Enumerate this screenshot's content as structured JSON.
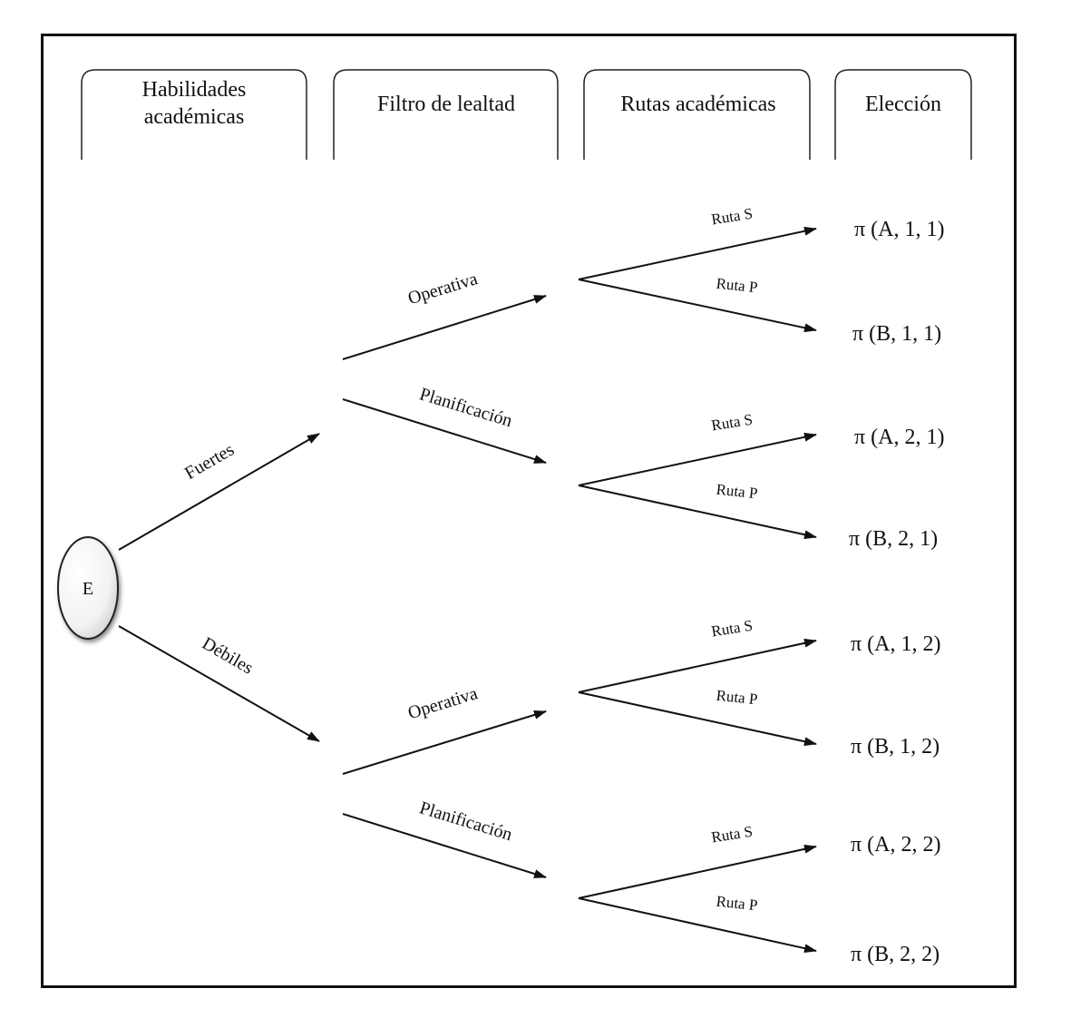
{
  "headers": {
    "col1_line1": "Habilidades",
    "col1_line2": "académicas",
    "col2": "Filtro de lealtad",
    "col3": "Rutas académicas",
    "col4": "Elección"
  },
  "root_node": "E",
  "level1": {
    "upper": "Fuertes",
    "lower": "Débiles"
  },
  "level2": {
    "operativa": "Operativa",
    "planificacion": "Planificación"
  },
  "routes": {
    "s": "Ruta S",
    "p": "Ruta P"
  },
  "payoffs": [
    "π (A, 1, 1)",
    "π (B, 1, 1)",
    "π (A, 2, 1)",
    "π (B, 2, 1)",
    "π (A, 1, 2)",
    "π (B, 1, 2)",
    "π (A, 2, 2)",
    "π (B, 2, 2)"
  ]
}
